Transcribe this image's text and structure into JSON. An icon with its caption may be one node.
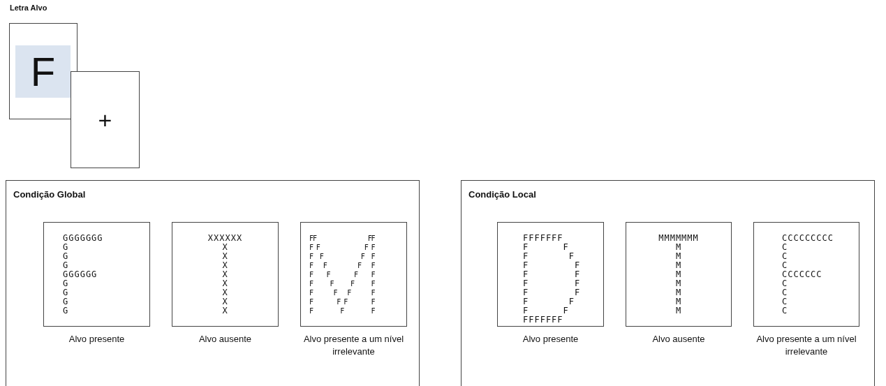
{
  "diagram": {
    "nodes": [
      {
        "text": [
          "F"
        ],
        "beside": [
          "Letra Alvo"
        ]
      },
      {
        "text": [
          "+"
        ]
      },
      {
        "text": [
          "Condição Global"
        ]
      },
      {
        "text": [
          "GGGGGGG",
          "G",
          "G",
          "G",
          "GGGGGG",
          "G",
          "G",
          "G",
          "G"
        ],
        "in": 2,
        "beside": [
          "Alvo presente"
        ]
      },
      {
        "text": [
          "XXXXXX",
          "X",
          "X",
          "X",
          "X",
          "X",
          "X",
          "X",
          "X"
        ],
        "in": 2,
        "beside": [
          "Alvo ausente"
        ]
      },
      {
        "text": [
          "FF               FF",
          "F F             F F",
          "F  F           F  F",
          "F   F         F   F",
          "F    F       F    F",
          "F     F     F     F",
          "F      F   F      F",
          "F       F F       F",
          "F        F        F"
        ],
        "in": 2,
        "beside": [
          "Alvo presente a um nível irrelevante"
        ]
      },
      {
        "text": [
          "Condição Local"
        ]
      },
      {
        "text": [
          "FFFFFFF",
          "F      F",
          "F       F",
          "F        F",
          "F        F",
          "F        F",
          "F        F",
          "F       F",
          "F      F",
          "FFFFFFF"
        ],
        "in": 6,
        "beside": [
          "Alvo presente"
        ]
      },
      {
        "text": [
          "MMMMMMM",
          "M",
          "M",
          "M",
          "M",
          "M",
          "M",
          "M",
          "M"
        ],
        "in": 6,
        "beside": [
          "Alvo ausente"
        ]
      },
      {
        "text": [
          "CCCCCCCCC",
          "C",
          "C",
          "C",
          "CCCCCCC",
          "C",
          "C",
          "C",
          "C"
        ],
        "in": 6,
        "beside": [
          "Alvo presente a um nível irrelevante"
        ]
      }
    ]
  }
}
